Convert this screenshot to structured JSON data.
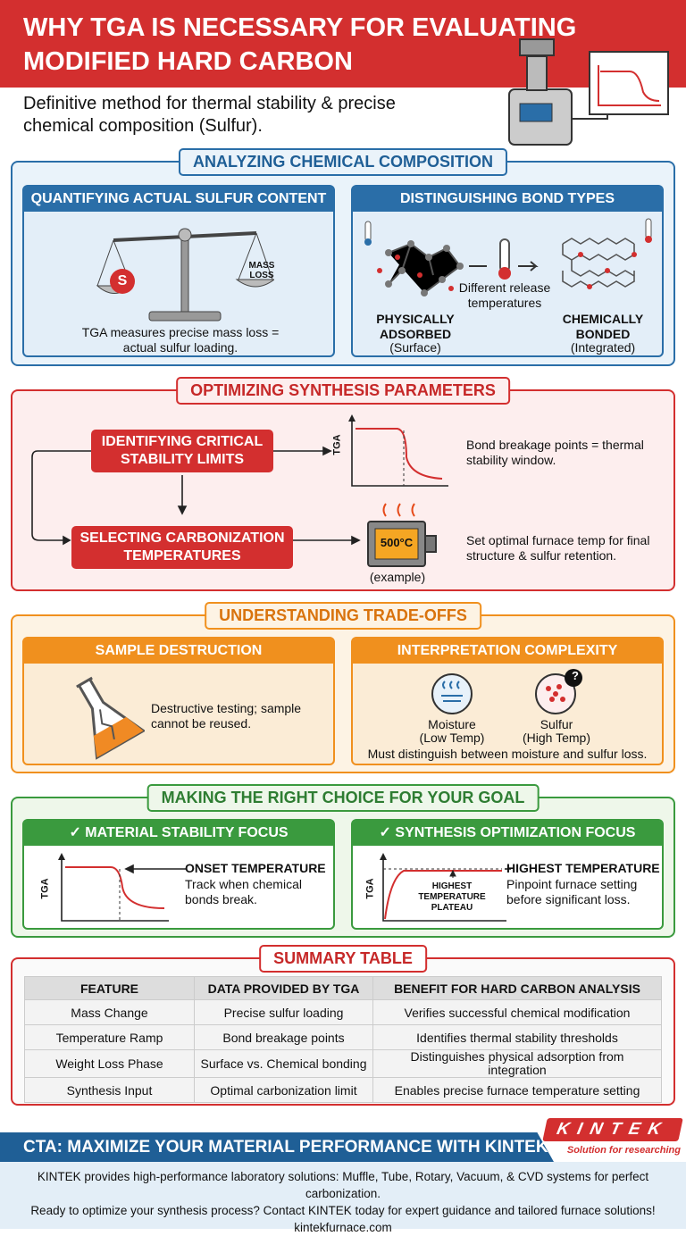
{
  "header": {
    "title": "WHY TGA IS NECESSARY FOR EVALUATING MODIFIED HARD CARBON",
    "subtitle": "Definitive method for thermal stability & precise chemical composition (Sulfur)."
  },
  "composition": {
    "title": "ANALYZING CHEMICAL COMPOSITION",
    "left": {
      "title": "QUANTIFYING ACTUAL SULFUR CONTENT",
      "s_label": "S",
      "mass_loss": "MASS LOSS",
      "caption": "TGA measures precise mass loss = actual sulfur loading."
    },
    "right": {
      "title": "DISTINGUISHING BOND TYPES",
      "middle": "Different release temperatures",
      "phys": "PHYSICALLY ADSORBED",
      "phys_sub": "(Surface)",
      "chem": "CHEMICALLY BONDED",
      "chem_sub": "(Integrated)"
    }
  },
  "synthesis": {
    "title": "OPTIMIZING SYNTHESIS PARAMETERS",
    "box1": "IDENTIFYING CRITICAL STABILITY LIMITS",
    "box2": "SELECTING CARBONIZATION TEMPERATURES",
    "tga_axis": "TGA",
    "text1": "Bond breakage points = thermal stability window.",
    "furnace_temp": "500°C",
    "example": "(example)",
    "text2": "Set optimal furnace temp for final structure & sulfur retention."
  },
  "tradeoffs": {
    "title": "UNDERSTANDING TRADE-OFFS",
    "left": {
      "title": "SAMPLE DESTRUCTION",
      "text": "Destructive testing; sample cannot be reused."
    },
    "right": {
      "title": "INTERPRETATION COMPLEXITY",
      "moisture": "Moisture",
      "moisture_sub": "(Low Temp)",
      "sulfur": "Sulfur",
      "sulfur_sub": "(High Temp)",
      "question": "?",
      "caption": "Must distinguish between moisture and sulfur loss."
    }
  },
  "choice": {
    "title": "MAKING THE RIGHT CHOICE FOR YOUR GOAL",
    "left": {
      "title": "MATERIAL STABILITY FOCUS",
      "axis": "TGA",
      "heading": "ONSET TEMPERATURE",
      "text": "Track when chemical bonds break."
    },
    "right": {
      "title": "SYNTHESIS OPTIMIZATION FOCUS",
      "axis": "TGA",
      "plateau": "HIGHEST TEMPERATURE PLATEAU",
      "heading": "HIGHEST TEMPERATURE",
      "text": "Pinpoint furnace setting before significant loss."
    }
  },
  "summary": {
    "title": "SUMMARY TABLE",
    "headers": [
      "FEATURE",
      "DATA PROVIDED BY TGA",
      "BENEFIT FOR HARD CARBON ANALYSIS"
    ],
    "rows": [
      [
        "Mass Change",
        "Precise sulfur loading",
        "Verifies successful chemical modification"
      ],
      [
        "Temperature Ramp",
        "Bond breakage points",
        "Identifies thermal stability thresholds"
      ],
      [
        "Weight Loss Phase",
        "Surface vs. Chemical bonding",
        "Distinguishes physical adsorption from integration"
      ],
      [
        "Synthesis Input",
        "Optimal carbonization limit",
        "Enables precise furnace temperature setting"
      ]
    ]
  },
  "cta": {
    "title": "CTA: MAXIMIZE YOUR MATERIAL PERFORMANCE WITH KINTEK",
    "line1": "KINTEK provides high-performance laboratory solutions: Muffle, Tube, Rotary, Vacuum, & CVD systems for perfect carbonization.",
    "line2": "Ready to optimize your synthesis process? Contact KINTEK today for expert guidance and tailored furnace solutions!",
    "url": "kintekfurnace.com",
    "logo": "KINTEK",
    "tagline": "Solution for researching"
  },
  "colors": {
    "red": "#d32f2f",
    "blue": "#2a6ea8",
    "orange": "#f0901e",
    "green": "#3a9a3e"
  }
}
